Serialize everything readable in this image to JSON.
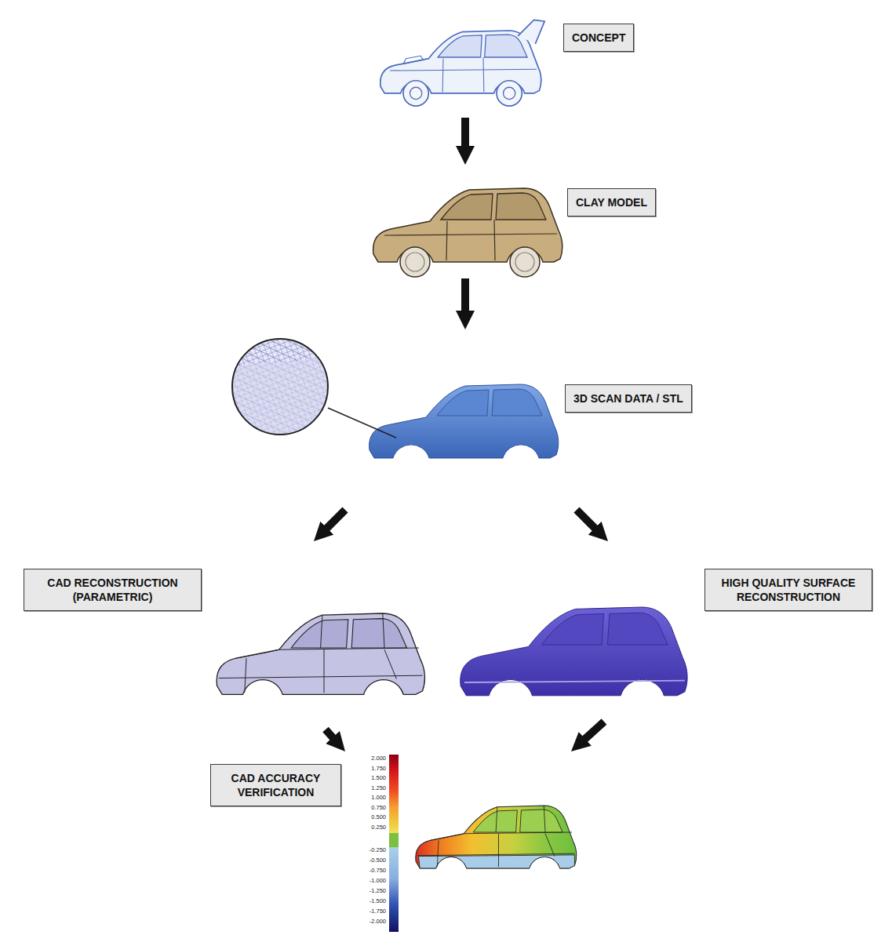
{
  "diagram": {
    "nodes": [
      {
        "text": [
          "CONCEPT"
        ]
      },
      {
        "text": [
          "CLAY MODEL"
        ]
      },
      {
        "text": [
          "3D SCAN DATA / STL"
        ]
      },
      {
        "text": [
          "CAD RECONSTRUCTION (PARAMETRIC)"
        ]
      },
      {
        "text": [
          "HIGH QUALITY SURFACE RECONSTRUCTION"
        ]
      },
      {
        "text": [
          "CAD ACCURACY VERIFICATION"
        ]
      }
    ],
    "edges": [
      {
        "from": 0,
        "to": 1,
        "arrow": "to"
      },
      {
        "from": 1,
        "to": 2,
        "arrow": "to"
      },
      {
        "from": 2,
        "to": 3,
        "arrow": "to"
      },
      {
        "from": 2,
        "to": 4,
        "arrow": "to"
      },
      {
        "from": 3,
        "to": 5,
        "arrow": "to"
      },
      {
        "from": 4,
        "to": 5,
        "arrow": "to"
      }
    ],
    "labels": [
      "2.000",
      "1.750",
      "1.500",
      "1.250",
      "1.000",
      "0.750",
      "0.500",
      "0.250",
      "-0.250",
      "-0.500",
      "-0.750",
      "-1.000",
      "-1.250",
      "-1.500",
      "-1.750",
      "-2.000"
    ]
  }
}
